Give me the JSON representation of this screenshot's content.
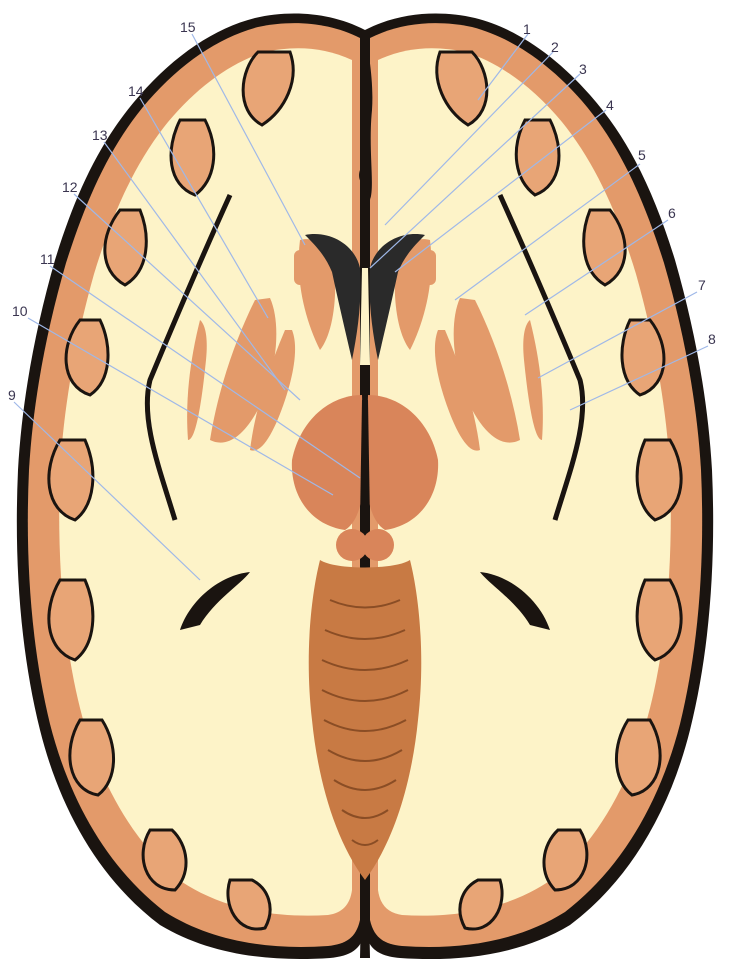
{
  "labels": [
    {
      "id": "1",
      "text": "1"
    },
    {
      "id": "2",
      "text": "2"
    },
    {
      "id": "3",
      "text": "3"
    },
    {
      "id": "4",
      "text": "4"
    },
    {
      "id": "5",
      "text": "5"
    },
    {
      "id": "6",
      "text": "6"
    },
    {
      "id": "7",
      "text": "7"
    },
    {
      "id": "8",
      "text": "8"
    },
    {
      "id": "9",
      "text": "9"
    },
    {
      "id": "10",
      "text": "10"
    },
    {
      "id": "11",
      "text": "11"
    },
    {
      "id": "12",
      "text": "12"
    },
    {
      "id": "13",
      "text": "13"
    },
    {
      "id": "14",
      "text": "14"
    },
    {
      "id": "15",
      "text": "15"
    }
  ],
  "colors": {
    "background": "#ffffff",
    "white_matter": "#fdf3c8",
    "gray_matter": "#e39a6a",
    "gray_matter_dark": "#d37b4c",
    "sulcus": "#1a1410",
    "ventricle": "#2a2a2a",
    "brainstem": "#c87a44",
    "leader_line": "#9fb8e8"
  }
}
